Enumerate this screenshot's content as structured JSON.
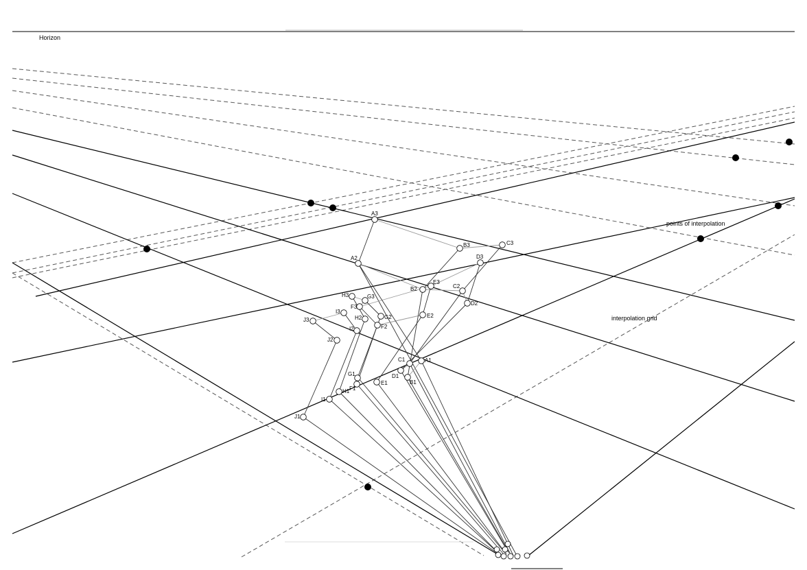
{
  "labels": {
    "horizon": "Horizon",
    "points_of_interpolation": "points of interpolation",
    "interpolation_grid": "interpolation grid"
  },
  "nodes": [
    {
      "id": "A1",
      "label": "A1"
    },
    {
      "id": "A2",
      "label": "A2"
    },
    {
      "id": "A3",
      "label": "A3"
    },
    {
      "id": "B1",
      "label": "B1"
    },
    {
      "id": "B2",
      "label": "B2"
    },
    {
      "id": "B3",
      "label": "B3"
    },
    {
      "id": "C1",
      "label": "C1"
    },
    {
      "id": "C2",
      "label": "C2"
    },
    {
      "id": "C3",
      "label": "C3"
    },
    {
      "id": "D1",
      "label": "D1"
    },
    {
      "id": "D2",
      "label": "D2"
    },
    {
      "id": "D3",
      "label": "D3"
    },
    {
      "id": "E1",
      "label": "E1"
    },
    {
      "id": "E2",
      "label": "E2"
    },
    {
      "id": "E3",
      "label": "E3"
    },
    {
      "id": "F1",
      "label": "F1"
    },
    {
      "id": "F2",
      "label": "F2"
    },
    {
      "id": "F3",
      "label": "F3"
    },
    {
      "id": "G1",
      "label": "G1"
    },
    {
      "id": "G2",
      "label": "G2"
    },
    {
      "id": "G3",
      "label": "G3"
    },
    {
      "id": "H1",
      "label": "H1"
    },
    {
      "id": "H2",
      "label": "H2"
    },
    {
      "id": "H3",
      "label": "H3"
    },
    {
      "id": "I1",
      "label": "I1"
    },
    {
      "id": "I2",
      "label": "I2"
    },
    {
      "id": "I3",
      "label": "I3"
    },
    {
      "id": "J1",
      "label": "J1"
    },
    {
      "id": "J2",
      "label": "J2"
    },
    {
      "id": "J3",
      "label": "J3"
    }
  ],
  "edges": [
    [
      "A1",
      "A2"
    ],
    [
      "A2",
      "A3"
    ],
    [
      "B1",
      "B2"
    ],
    [
      "B2",
      "B3"
    ],
    [
      "C1",
      "C2"
    ],
    [
      "C2",
      "C3"
    ],
    [
      "D1",
      "D2"
    ],
    [
      "D2",
      "D3"
    ],
    [
      "E1",
      "E2"
    ],
    [
      "E2",
      "E3"
    ],
    [
      "F1",
      "F2"
    ],
    [
      "F2",
      "F3"
    ],
    [
      "G1",
      "G2"
    ],
    [
      "G2",
      "G3"
    ],
    [
      "H1",
      "H2"
    ],
    [
      "H2",
      "H3"
    ],
    [
      "I1",
      "I2"
    ],
    [
      "I2",
      "I3"
    ],
    [
      "J1",
      "J2"
    ],
    [
      "J2",
      "J3"
    ]
  ],
  "edges_light": [
    [
      "A3",
      "B3"
    ],
    [
      "B3",
      "C3"
    ],
    [
      "A2",
      "B2"
    ],
    [
      "B2",
      "C2"
    ],
    [
      "C2",
      "D2"
    ],
    [
      "D3",
      "E3"
    ],
    [
      "E3",
      "F3"
    ],
    [
      "F3",
      "G3"
    ],
    [
      "G3",
      "H3"
    ],
    [
      "E2",
      "F2"
    ],
    [
      "F2",
      "G2"
    ],
    [
      "I3",
      "J3"
    ],
    [
      "A1",
      "B1"
    ],
    [
      "C1",
      "D1"
    ]
  ]
}
